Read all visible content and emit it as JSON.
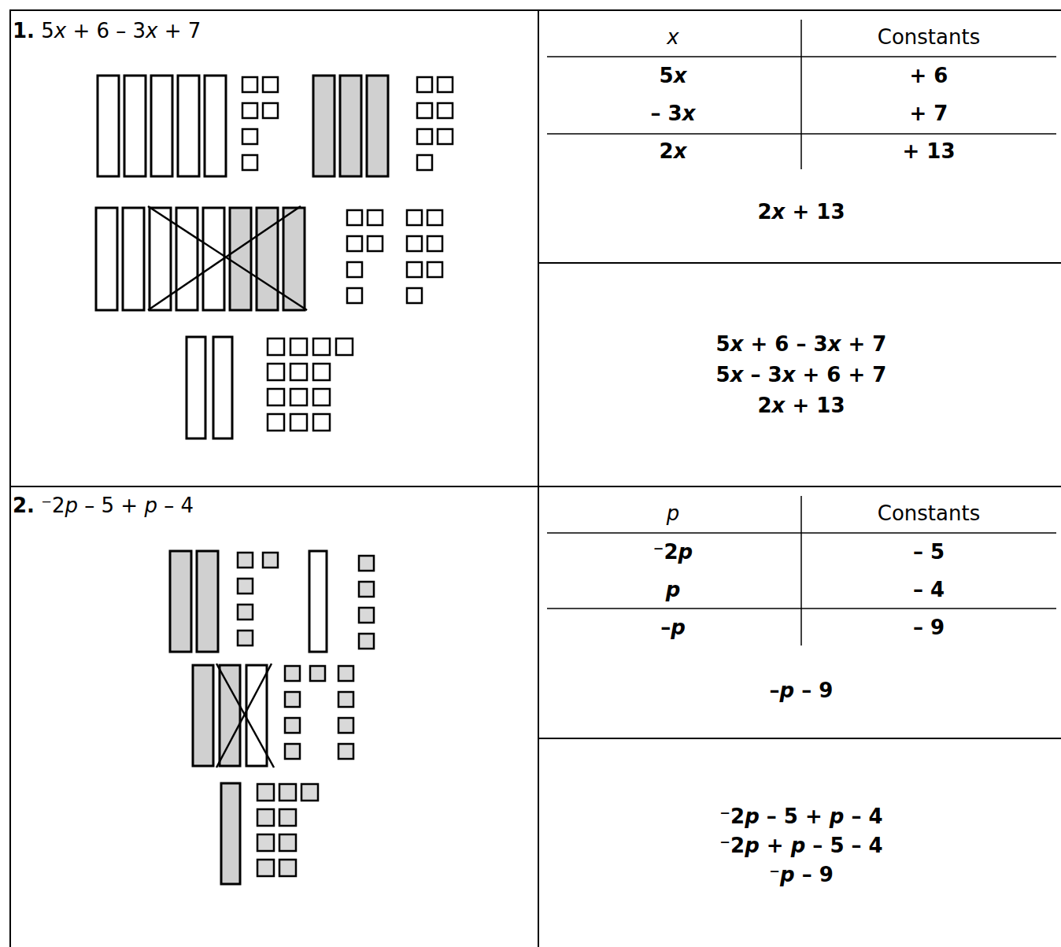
{
  "diagram": {
    "nodes": [
      {
        "text": [
          "1. 5x + 6 – 3x + 7"
        ]
      },
      {
        "text": [
          "x",
          "Constants",
          "5x",
          "+ 6",
          "– 3x",
          "+ 7",
          "2x",
          "+ 13",
          "2x + 13"
        ]
      },
      {
        "text": [
          "5x + 6 – 3x + 7",
          "5x – 3x + 6 + 7",
          "2x + 13"
        ]
      },
      {
        "text": [
          "2. ⁻2p – 5 + p – 4"
        ]
      },
      {
        "text": [
          "p",
          "Constants",
          "⁻2p",
          "– 5",
          "p",
          "– 4",
          "–p",
          "– 9",
          "–p – 9"
        ]
      },
      {
        "text": [
          "⁻2p – 5 + p – 4",
          "⁻2p + p – 5 – 4",
          "⁻p – 9"
        ]
      }
    ]
  }
}
